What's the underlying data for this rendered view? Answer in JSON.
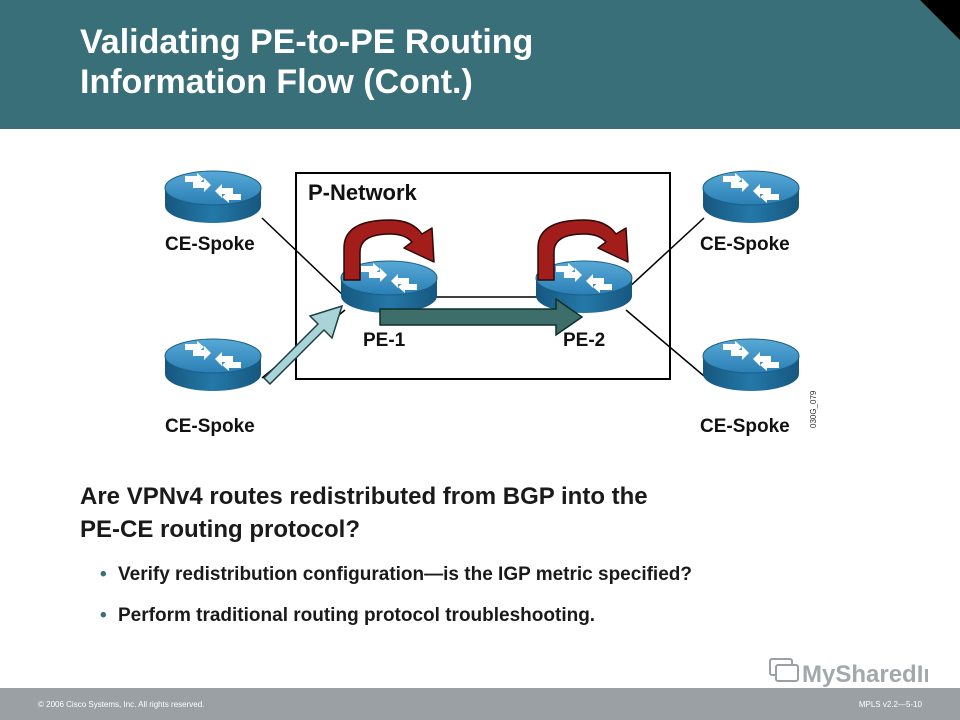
{
  "slide": {
    "title_lines": [
      "Validating PE-to-PE Routing",
      "Information Flow (Cont.)"
    ],
    "question_lines": [
      "Are VPNv4 routes redistributed from BGP into the",
      "PE-CE routing protocol?"
    ],
    "bullets": [
      "Verify redistribution configuration—is the IGP metric specified?",
      "Perform traditional routing protocol troubleshooting."
    ],
    "footer": {
      "copyright": "© 2006 Cisco Systems, Inc. All rights reserved.",
      "course": "MPLS v2.2—5-10"
    },
    "logo_text": "MySharedImage",
    "colors": {
      "header": "#386f78",
      "accent_arrow": "#a31d1a",
      "flow_arrow": "#3d6e69",
      "ingress_arrow": "#a8d4d8",
      "router": "#1f6f9e"
    }
  },
  "diagram": {
    "network_label": "P-Network",
    "routers": {
      "ce_top_left": "CE-Spoke",
      "ce_bottom_left": "CE-Spoke",
      "ce_top_right": "CE-Spoke",
      "ce_bottom_right": "CE-Spoke",
      "pe1": "PE-1",
      "pe2": "PE-2"
    },
    "image_code": "030G_079"
  }
}
